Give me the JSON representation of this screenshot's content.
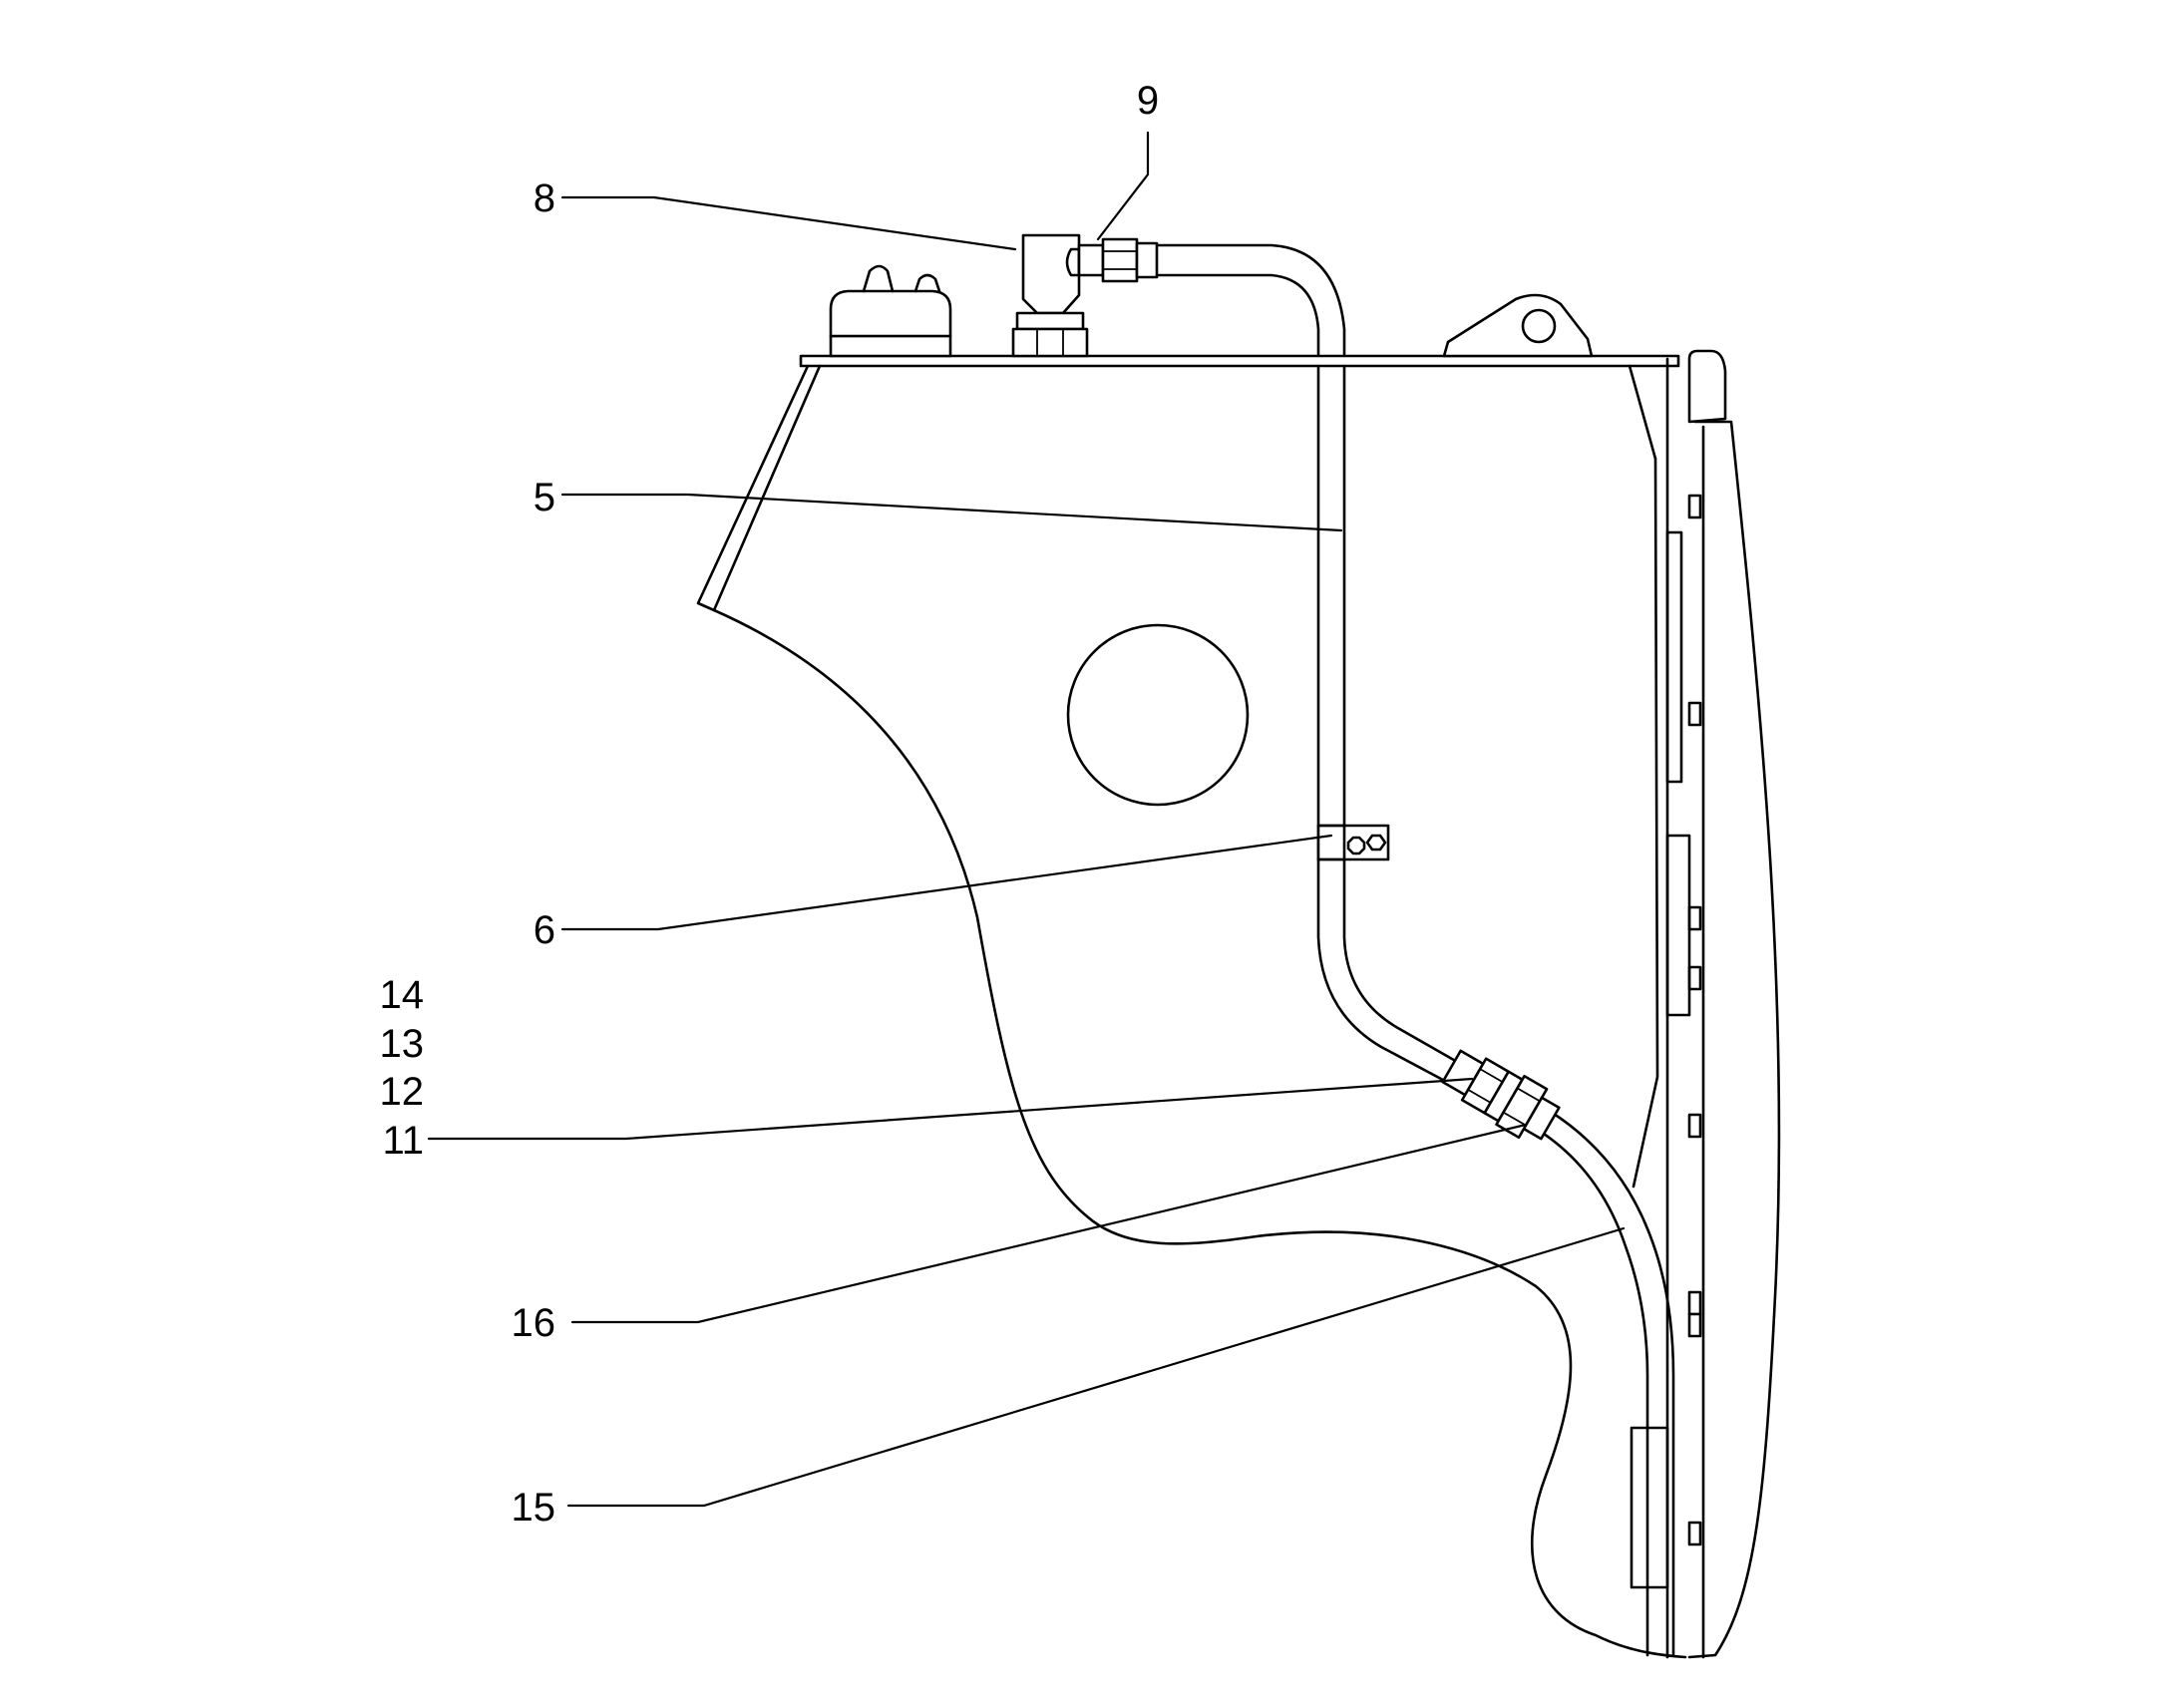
{
  "callouts": {
    "c9": "9",
    "c8": "8",
    "c5": "5",
    "c6": "6",
    "c14": "14",
    "c13": "13",
    "c12": "12",
    "c11": "11",
    "c16": "16",
    "c15": "15"
  },
  "colors": {
    "line": "#000000",
    "background": "#ffffff"
  }
}
